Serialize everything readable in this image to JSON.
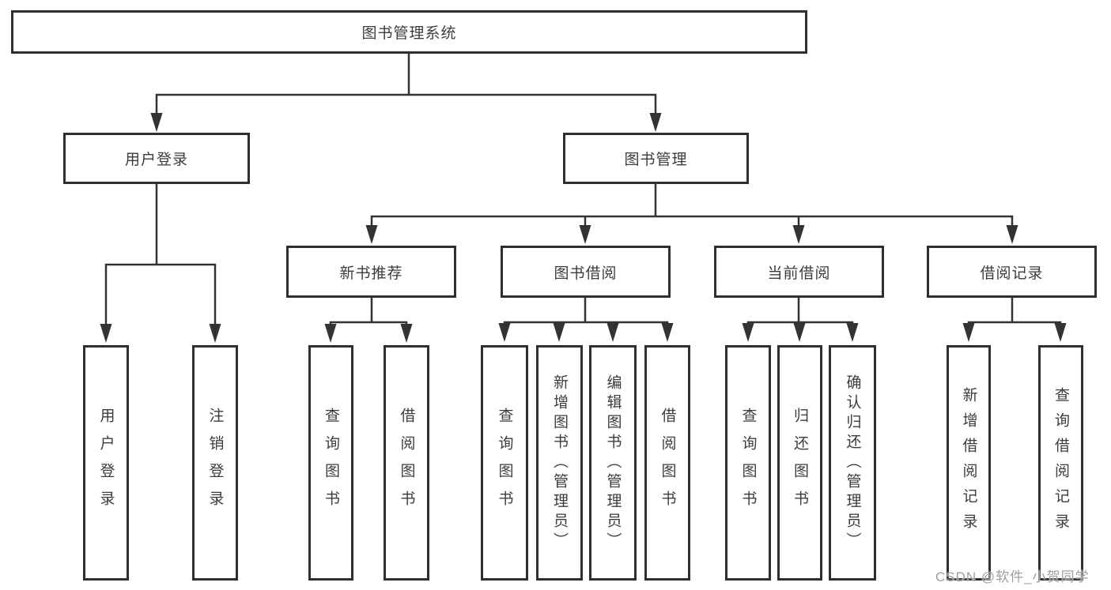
{
  "diagram": {
    "title": "图书管理系统",
    "branches": [
      {
        "label": "用户登录",
        "children": [
          {
            "label": "用户登录"
          },
          {
            "label": "注销登录"
          }
        ]
      },
      {
        "label": "图书管理",
        "children": [
          {
            "label": "新书推荐",
            "children": [
              {
                "label": "查询图书"
              },
              {
                "label": "借阅图书"
              }
            ]
          },
          {
            "label": "图书借阅",
            "children": [
              {
                "label": "查询图书"
              },
              {
                "label": "新增图书（管理员）"
              },
              {
                "label": "编辑图书（管理员）"
              },
              {
                "label": "借阅图书"
              }
            ]
          },
          {
            "label": "当前借阅",
            "children": [
              {
                "label": "查询图书"
              },
              {
                "label": "归还图书"
              },
              {
                "label": "确认归还（管理员）"
              }
            ]
          },
          {
            "label": "借阅记录",
            "children": [
              {
                "label": "新增借阅记录"
              },
              {
                "label": "查询借阅记录"
              }
            ]
          }
        ]
      }
    ]
  },
  "watermark": {
    "text": "CSDN @软件_小贺同学"
  },
  "colors": {
    "line": "#333333",
    "box_border": "#2e2e2e",
    "text": "#3c3c3c",
    "watermark": "#9e9e9e",
    "background": "#ffffff"
  }
}
